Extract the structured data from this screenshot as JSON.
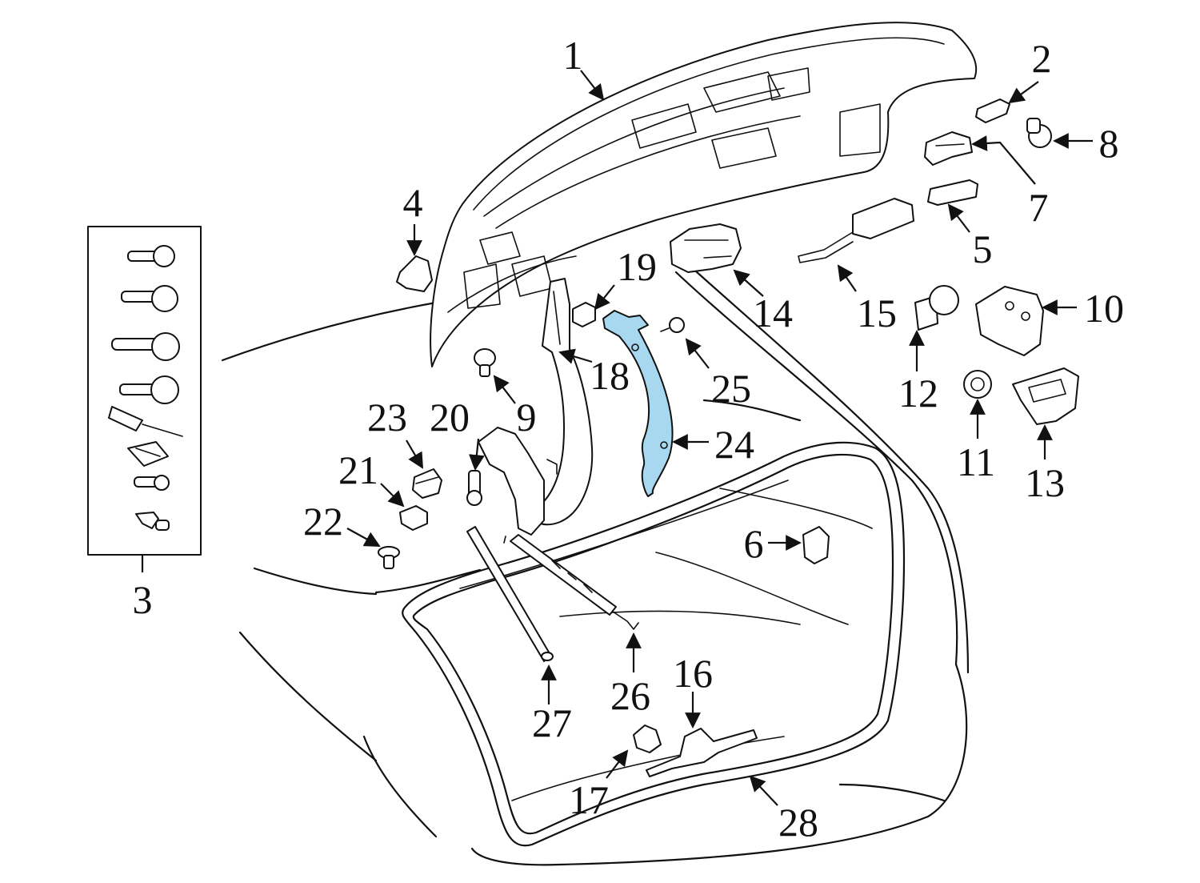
{
  "highlight_color": "#a8d8f0",
  "callouts": {
    "p1": "1",
    "p2": "2",
    "p3": "3",
    "p4": "4",
    "p5": "5",
    "p6": "6",
    "p7": "7",
    "p8": "8",
    "p9": "9",
    "p10": "10",
    "p11": "11",
    "p12": "12",
    "p13": "13",
    "p14": "14",
    "p15": "15",
    "p16": "16",
    "p17": "17",
    "p18": "18",
    "p19": "19",
    "p20": "20",
    "p21": "21",
    "p22": "22",
    "p23": "23",
    "p24": "24",
    "p25": "25",
    "p26": "26",
    "p27": "27",
    "p28": "28"
  }
}
